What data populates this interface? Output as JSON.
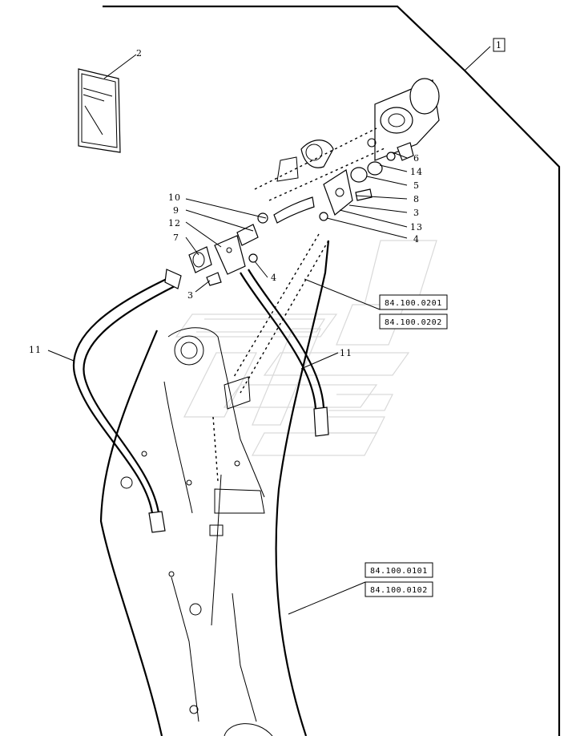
{
  "diagram": {
    "part_callouts": {
      "c1": "1",
      "c2": "2",
      "c10": "10",
      "c9": "9",
      "c12": "12",
      "c7": "7",
      "c3a": "3",
      "c4a": "4",
      "c6": "6",
      "c14": "14",
      "c5": "5",
      "c8": "8",
      "c3b": "3",
      "c13": "13",
      "c4b": "4",
      "c11a": "11",
      "c11b": "11"
    },
    "reference_codes": {
      "r1": "84.100.0201",
      "r2": "84.100.0202",
      "r3": "84.100.0101",
      "r4": "84.100.0102"
    }
  }
}
